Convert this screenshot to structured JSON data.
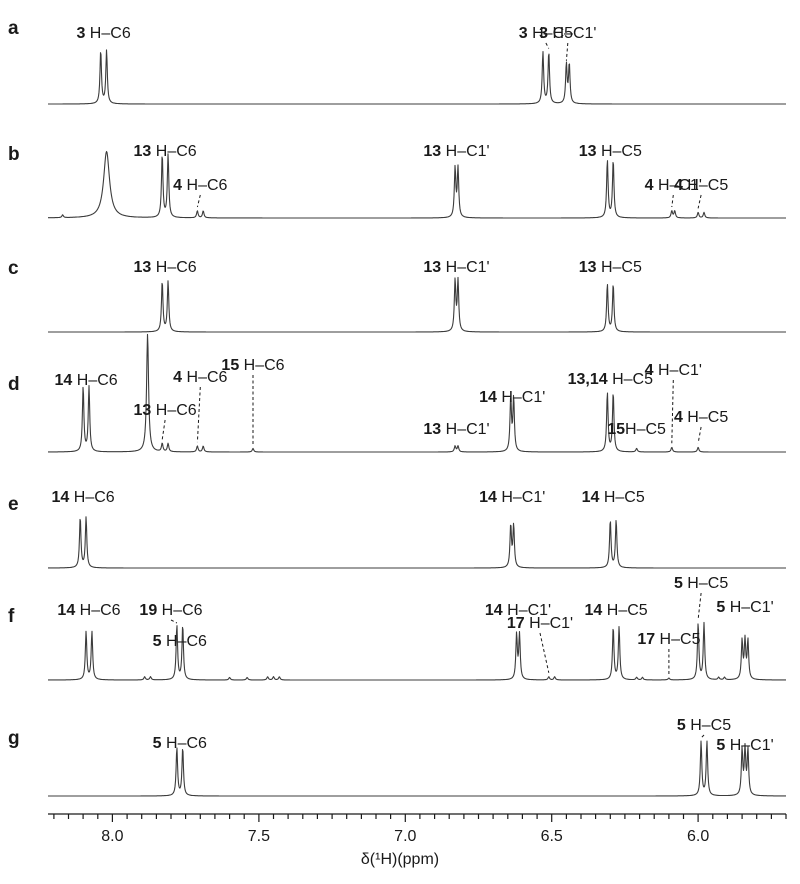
{
  "chart_data": {
    "type": "line",
    "xlabel": "δ(¹H)(ppm)",
    "xlim": [
      8.22,
      5.7
    ],
    "x_reversed": true,
    "major_ticks": [
      "8.0",
      "7.5",
      "7.0",
      "6.5",
      "6.0"
    ],
    "minor_tick_step": 0.05,
    "grid": false,
    "panels": [
      {
        "letter": "a",
        "peaks": [
          {
            "x": 8.04,
            "h": 0.95,
            "w": 0.003
          },
          {
            "x": 8.02,
            "h": 0.95,
            "w": 0.003
          },
          {
            "x": 6.53,
            "h": 0.92,
            "w": 0.003
          },
          {
            "x": 6.51,
            "h": 0.92,
            "w": 0.003
          },
          {
            "x": 6.45,
            "h": 0.7,
            "w": 0.003
          },
          {
            "x": 6.44,
            "h": 0.7,
            "w": 0.003
          }
        ],
        "annotations": [
          {
            "bold": "3",
            "text": " H–C6",
            "x": 8.03
          },
          {
            "bold": "3",
            "text": " H–C5",
            "x": 6.52,
            "leader": true
          },
          {
            "bold": "3",
            "text": " H–C1'",
            "x": 6.445,
            "leader": true
          }
        ]
      },
      {
        "letter": "b",
        "peaks": [
          {
            "x": 8.02,
            "h": 0.95,
            "w": 0.012
          },
          {
            "x": 7.83,
            "h": 0.9,
            "w": 0.003
          },
          {
            "x": 7.81,
            "h": 0.9,
            "w": 0.003
          },
          {
            "x": 7.71,
            "h": 0.1,
            "w": 0.003
          },
          {
            "x": 7.69,
            "h": 0.1,
            "w": 0.003
          },
          {
            "x": 6.83,
            "h": 0.7,
            "w": 0.003
          },
          {
            "x": 6.82,
            "h": 0.7,
            "w": 0.003
          },
          {
            "x": 6.31,
            "h": 0.82,
            "w": 0.003
          },
          {
            "x": 6.29,
            "h": 0.82,
            "w": 0.003
          },
          {
            "x": 6.09,
            "h": 0.1,
            "w": 0.003
          },
          {
            "x": 6.08,
            "h": 0.1,
            "w": 0.003
          },
          {
            "x": 6.0,
            "h": 0.08,
            "w": 0.003
          },
          {
            "x": 5.98,
            "h": 0.08,
            "w": 0.003
          },
          {
            "x": 8.17,
            "h": 0.04,
            "w": 0.003
          }
        ],
        "annotations": [
          {
            "bold": "13",
            "text": " H–C6",
            "x": 7.82
          },
          {
            "bold": "4",
            "text": " H–C6",
            "x": 7.7,
            "leader": true
          },
          {
            "bold": "13",
            "text": " H–C1'",
            "x": 6.825
          },
          {
            "bold": "13",
            "text": " H–C5",
            "x": 6.3
          },
          {
            "bold": "4",
            "text": " H–C1'",
            "x": 6.085,
            "leader": true
          },
          {
            "bold": "4",
            "text": " H–C5",
            "x": 5.99,
            "leader": true
          }
        ]
      },
      {
        "letter": "c",
        "peaks": [
          {
            "x": 7.83,
            "h": 0.9,
            "w": 0.003
          },
          {
            "x": 7.81,
            "h": 0.9,
            "w": 0.003
          },
          {
            "x": 6.83,
            "h": 0.9,
            "w": 0.003
          },
          {
            "x": 6.82,
            "h": 0.9,
            "w": 0.003
          },
          {
            "x": 6.31,
            "h": 0.85,
            "w": 0.003
          },
          {
            "x": 6.29,
            "h": 0.85,
            "w": 0.003
          }
        ],
        "annotations": [
          {
            "bold": "13",
            "text": " H–C6",
            "x": 7.82
          },
          {
            "bold": "13",
            "text": " H–C1'",
            "x": 6.825
          },
          {
            "bold": "13",
            "text": " H–C5",
            "x": 6.3
          }
        ]
      },
      {
        "letter": "d",
        "peaks": [
          {
            "x": 8.1,
            "h": 0.55,
            "w": 0.003
          },
          {
            "x": 8.08,
            "h": 0.55,
            "w": 0.003
          },
          {
            "x": 7.88,
            "h": 1.0,
            "w": 0.004
          },
          {
            "x": 7.83,
            "h": 0.07,
            "w": 0.003
          },
          {
            "x": 7.81,
            "h": 0.07,
            "w": 0.003
          },
          {
            "x": 7.71,
            "h": 0.05,
            "w": 0.003
          },
          {
            "x": 7.69,
            "h": 0.05,
            "w": 0.003
          },
          {
            "x": 7.52,
            "h": 0.03,
            "w": 0.003
          },
          {
            "x": 6.83,
            "h": 0.05,
            "w": 0.003
          },
          {
            "x": 6.82,
            "h": 0.05,
            "w": 0.003
          },
          {
            "x": 6.64,
            "h": 0.45,
            "w": 0.003
          },
          {
            "x": 6.63,
            "h": 0.45,
            "w": 0.003
          },
          {
            "x": 6.31,
            "h": 0.5,
            "w": 0.003
          },
          {
            "x": 6.29,
            "h": 0.5,
            "w": 0.003
          },
          {
            "x": 6.21,
            "h": 0.03,
            "w": 0.003
          },
          {
            "x": 6.09,
            "h": 0.04,
            "w": 0.003
          },
          {
            "x": 6.0,
            "h": 0.04,
            "w": 0.003
          }
        ],
        "annotations": [
          {
            "bold": "14",
            "text": " H–C6",
            "x": 8.09
          },
          {
            "bold": "13",
            "text": " H–C6",
            "x": 7.82,
            "leader": true
          },
          {
            "bold": "4",
            "text": " H–C6",
            "x": 7.7,
            "leader": true
          },
          {
            "bold": "15",
            "text": " H–C6",
            "x": 7.52,
            "leader": true
          },
          {
            "bold": "14",
            "text": " H–C1'",
            "x": 6.635
          },
          {
            "bold": "13",
            "text": " H–C1'",
            "x": 6.825
          },
          {
            "bold": "13,14",
            "text": " H–C5",
            "x": 6.3
          },
          {
            "bold": "15",
            "text": "H–C5",
            "x": 6.21
          },
          {
            "bold": "4",
            "text": " H–C1'",
            "x": 6.085,
            "leader": true
          },
          {
            "bold": "4",
            "text": " H–C5",
            "x": 5.99,
            "leader": true
          }
        ]
      },
      {
        "letter": "e",
        "peaks": [
          {
            "x": 8.11,
            "h": 0.9,
            "w": 0.003
          },
          {
            "x": 8.09,
            "h": 0.9,
            "w": 0.003
          },
          {
            "x": 6.64,
            "h": 0.75,
            "w": 0.003
          },
          {
            "x": 6.63,
            "h": 0.75,
            "w": 0.003
          },
          {
            "x": 6.3,
            "h": 0.85,
            "w": 0.003
          },
          {
            "x": 6.28,
            "h": 0.85,
            "w": 0.003
          }
        ],
        "annotations": [
          {
            "bold": "14",
            "text": " H–C6",
            "x": 8.1
          },
          {
            "bold": "14",
            "text": " H–C1'",
            "x": 6.635
          },
          {
            "bold": "14",
            "text": " H–C5",
            "x": 6.29
          }
        ]
      },
      {
        "letter": "f",
        "peaks": [
          {
            "x": 8.09,
            "h": 0.75,
            "w": 0.003
          },
          {
            "x": 8.07,
            "h": 0.75,
            "w": 0.003
          },
          {
            "x": 7.89,
            "h": 0.05,
            "w": 0.003
          },
          {
            "x": 7.87,
            "h": 0.05,
            "w": 0.003
          },
          {
            "x": 7.78,
            "h": 0.85,
            "w": 0.003
          },
          {
            "x": 7.76,
            "h": 0.85,
            "w": 0.003
          },
          {
            "x": 7.6,
            "h": 0.04,
            "w": 0.003
          },
          {
            "x": 7.54,
            "h": 0.04,
            "w": 0.003
          },
          {
            "x": 7.47,
            "h": 0.05,
            "w": 0.003
          },
          {
            "x": 7.45,
            "h": 0.05,
            "w": 0.003
          },
          {
            "x": 7.43,
            "h": 0.05,
            "w": 0.003
          },
          {
            "x": 6.62,
            "h": 0.7,
            "w": 0.003
          },
          {
            "x": 6.61,
            "h": 0.7,
            "w": 0.003
          },
          {
            "x": 6.51,
            "h": 0.05,
            "w": 0.003
          },
          {
            "x": 6.49,
            "h": 0.05,
            "w": 0.003
          },
          {
            "x": 6.29,
            "h": 0.82,
            "w": 0.003
          },
          {
            "x": 6.27,
            "h": 0.82,
            "w": 0.003
          },
          {
            "x": 6.21,
            "h": 0.04,
            "w": 0.003
          },
          {
            "x": 6.19,
            "h": 0.04,
            "w": 0.003
          },
          {
            "x": 6.1,
            "h": 0.03,
            "w": 0.003
          },
          {
            "x": 5.93,
            "h": 0.04,
            "w": 0.003
          },
          {
            "x": 5.91,
            "h": 0.04,
            "w": 0.003
          },
          {
            "x": 6.0,
            "h": 0.88,
            "w": 0.003
          },
          {
            "x": 5.98,
            "h": 0.88,
            "w": 0.003
          },
          {
            "x": 5.85,
            "h": 0.6,
            "w": 0.003
          },
          {
            "x": 5.84,
            "h": 0.6,
            "w": 0.003
          },
          {
            "x": 5.83,
            "h": 0.6,
            "w": 0.003
          }
        ],
        "annotations": [
          {
            "bold": "14",
            "text": " H–C6",
            "x": 8.08
          },
          {
            "bold": "5",
            "text": " H–C6",
            "x": 7.77
          },
          {
            "bold": "19",
            "text": " H–C6",
            "x": 7.8,
            "leader": true
          },
          {
            "bold": "14",
            "text": " H–C1'",
            "x": 6.615
          },
          {
            "bold": "17",
            "text": " H–C1'",
            "x": 6.54,
            "leader": true
          },
          {
            "bold": "14",
            "text": " H–C5",
            "x": 6.28
          },
          {
            "bold": "17",
            "text": " H–C5",
            "x": 6.1,
            "leader": true
          },
          {
            "bold": "5",
            "text": " H–C5",
            "x": 5.99,
            "leader": true
          },
          {
            "bold": "5",
            "text": " H–C1'",
            "x": 5.84
          }
        ]
      },
      {
        "letter": "g",
        "peaks": [
          {
            "x": 7.78,
            "h": 0.8,
            "w": 0.003
          },
          {
            "x": 7.76,
            "h": 0.8,
            "w": 0.003
          },
          {
            "x": 5.99,
            "h": 0.9,
            "w": 0.003
          },
          {
            "x": 5.97,
            "h": 0.9,
            "w": 0.003
          },
          {
            "x": 5.85,
            "h": 0.75,
            "w": 0.003
          },
          {
            "x": 5.84,
            "h": 0.75,
            "w": 0.003
          },
          {
            "x": 5.83,
            "h": 0.75,
            "w": 0.003
          }
        ],
        "annotations": [
          {
            "bold": "5",
            "text": " H–C6",
            "x": 7.77
          },
          {
            "bold": "5",
            "text": " H–C5",
            "x": 5.98,
            "leader": true
          },
          {
            "bold": "5",
            "text": " H–C1'",
            "x": 5.84
          }
        ]
      }
    ]
  }
}
